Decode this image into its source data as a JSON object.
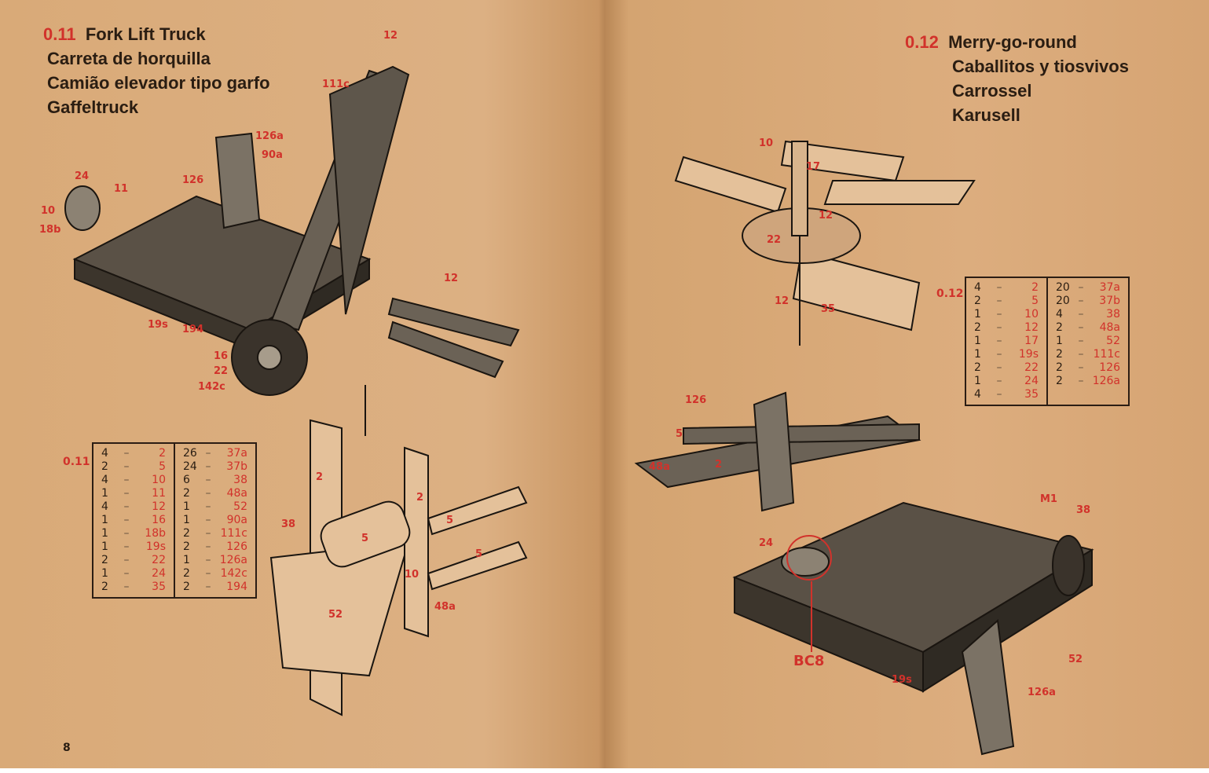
{
  "left_page": {
    "model_number": "0.11",
    "titles": [
      "Fork Lift Truck",
      "Carreta de horquilla",
      "Camião elevador tipo garfo",
      "Gaffeltruck"
    ],
    "callouts": [
      "12",
      "111c",
      "126a",
      "90a",
      "24",
      "11",
      "126",
      "10",
      "18b",
      "12",
      "19s",
      "194",
      "16",
      "22",
      "142c"
    ],
    "detail_callouts": [
      "2",
      "2",
      "5",
      "38",
      "5",
      "5",
      "10",
      "48a",
      "52"
    ],
    "parts_table": {
      "label": "0.11",
      "col1": [
        [
          "4",
          "2"
        ],
        [
          "2",
          "5"
        ],
        [
          "4",
          "10"
        ],
        [
          "1",
          "11"
        ],
        [
          "4",
          "12"
        ],
        [
          "1",
          "16"
        ],
        [
          "1",
          "18b"
        ],
        [
          "1",
          "19s"
        ],
        [
          "2",
          "22"
        ],
        [
          "1",
          "24"
        ],
        [
          "2",
          "35"
        ]
      ],
      "col2": [
        [
          "26",
          "37a"
        ],
        [
          "24",
          "37b"
        ],
        [
          "6",
          "38"
        ],
        [
          "2",
          "48a"
        ],
        [
          "1",
          "52"
        ],
        [
          "1",
          "90a"
        ],
        [
          "2",
          "111c"
        ],
        [
          "2",
          "126"
        ],
        [
          "1",
          "126a"
        ],
        [
          "2",
          "142c"
        ],
        [
          "2",
          "194"
        ]
      ]
    },
    "page_number": "8"
  },
  "right_page": {
    "model_number": "0.12",
    "titles": [
      "Merry-go-round",
      "Caballitos y tiosvivos",
      "Carrossel",
      "Karusell"
    ],
    "detail_callouts": [
      "10",
      "17",
      "12",
      "22",
      "12",
      "35"
    ],
    "callouts": [
      "126",
      "5",
      "48a",
      "2",
      "M1",
      "38",
      "24",
      "BC8",
      "52",
      "19s",
      "126a"
    ],
    "parts_table": {
      "label": "0.12",
      "col1": [
        [
          "4",
          "2"
        ],
        [
          "2",
          "5"
        ],
        [
          "1",
          "10"
        ],
        [
          "2",
          "12"
        ],
        [
          "1",
          "17"
        ],
        [
          "1",
          "19s"
        ],
        [
          "2",
          "22"
        ],
        [
          "1",
          "24"
        ],
        [
          "4",
          "35"
        ]
      ],
      "col2": [
        [
          "20",
          "37a"
        ],
        [
          "20",
          "37b"
        ],
        [
          "4",
          "38"
        ],
        [
          "2",
          "48a"
        ],
        [
          "1",
          "52"
        ],
        [
          "2",
          "111c"
        ],
        [
          "2",
          "126"
        ],
        [
          "2",
          "126a"
        ]
      ]
    }
  },
  "colors": {
    "accent_red": "#d1322b",
    "ink": "#2a1d12",
    "paper": "#dcae7e"
  }
}
